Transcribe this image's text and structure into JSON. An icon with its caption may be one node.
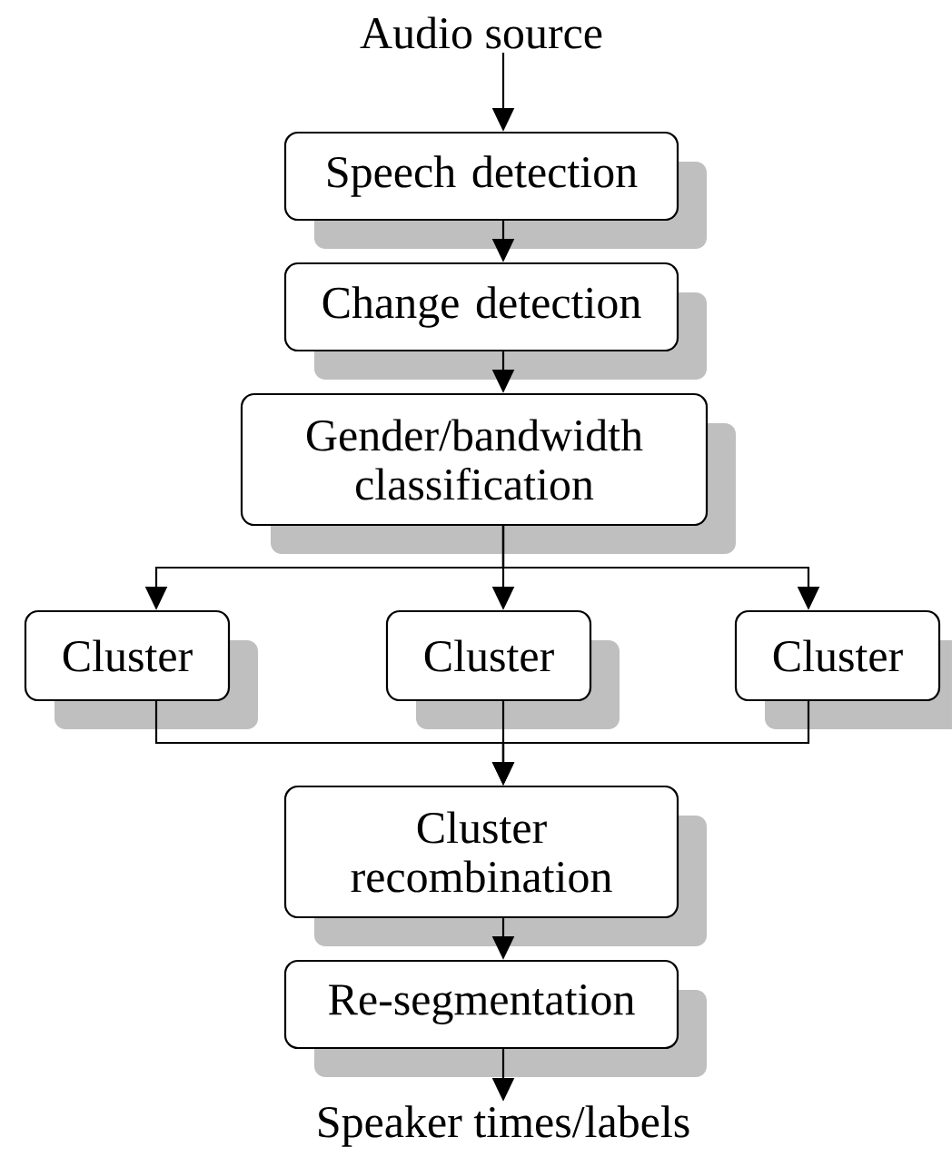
{
  "diagram": {
    "nodes": [
      {
        "text": [
          "Audio source"
        ]
      },
      {
        "text": [
          "Speech detection"
        ]
      },
      {
        "text": [
          "Change detection"
        ]
      },
      {
        "text": [
          "Gender/bandwidth classification"
        ]
      },
      {
        "text": [
          "Cluster"
        ]
      },
      {
        "text": [
          "Cluster"
        ]
      },
      {
        "text": [
          "Cluster"
        ]
      },
      {
        "text": [
          "Cluster recombination"
        ]
      },
      {
        "text": [
          "Re-segmentation"
        ]
      },
      {
        "text": [
          "Speaker times/labels"
        ]
      }
    ],
    "edges": [
      {
        "from": 0,
        "to": 1,
        "arrow": "to"
      },
      {
        "from": 1,
        "to": 2,
        "arrow": "to"
      },
      {
        "from": 2,
        "to": 3,
        "arrow": "to"
      },
      {
        "from": 3,
        "to": 4,
        "arrow": "to"
      },
      {
        "from": 3,
        "to": 5,
        "arrow": "to"
      },
      {
        "from": 3,
        "to": 6,
        "arrow": "to"
      },
      {
        "from": 4,
        "to": 7,
        "arrow": "to"
      },
      {
        "from": 5,
        "to": 7,
        "arrow": "to"
      },
      {
        "from": 6,
        "to": 7,
        "arrow": "to"
      },
      {
        "from": 7,
        "to": 8,
        "arrow": "to"
      },
      {
        "from": 8,
        "to": 9,
        "arrow": "to"
      }
    ]
  }
}
